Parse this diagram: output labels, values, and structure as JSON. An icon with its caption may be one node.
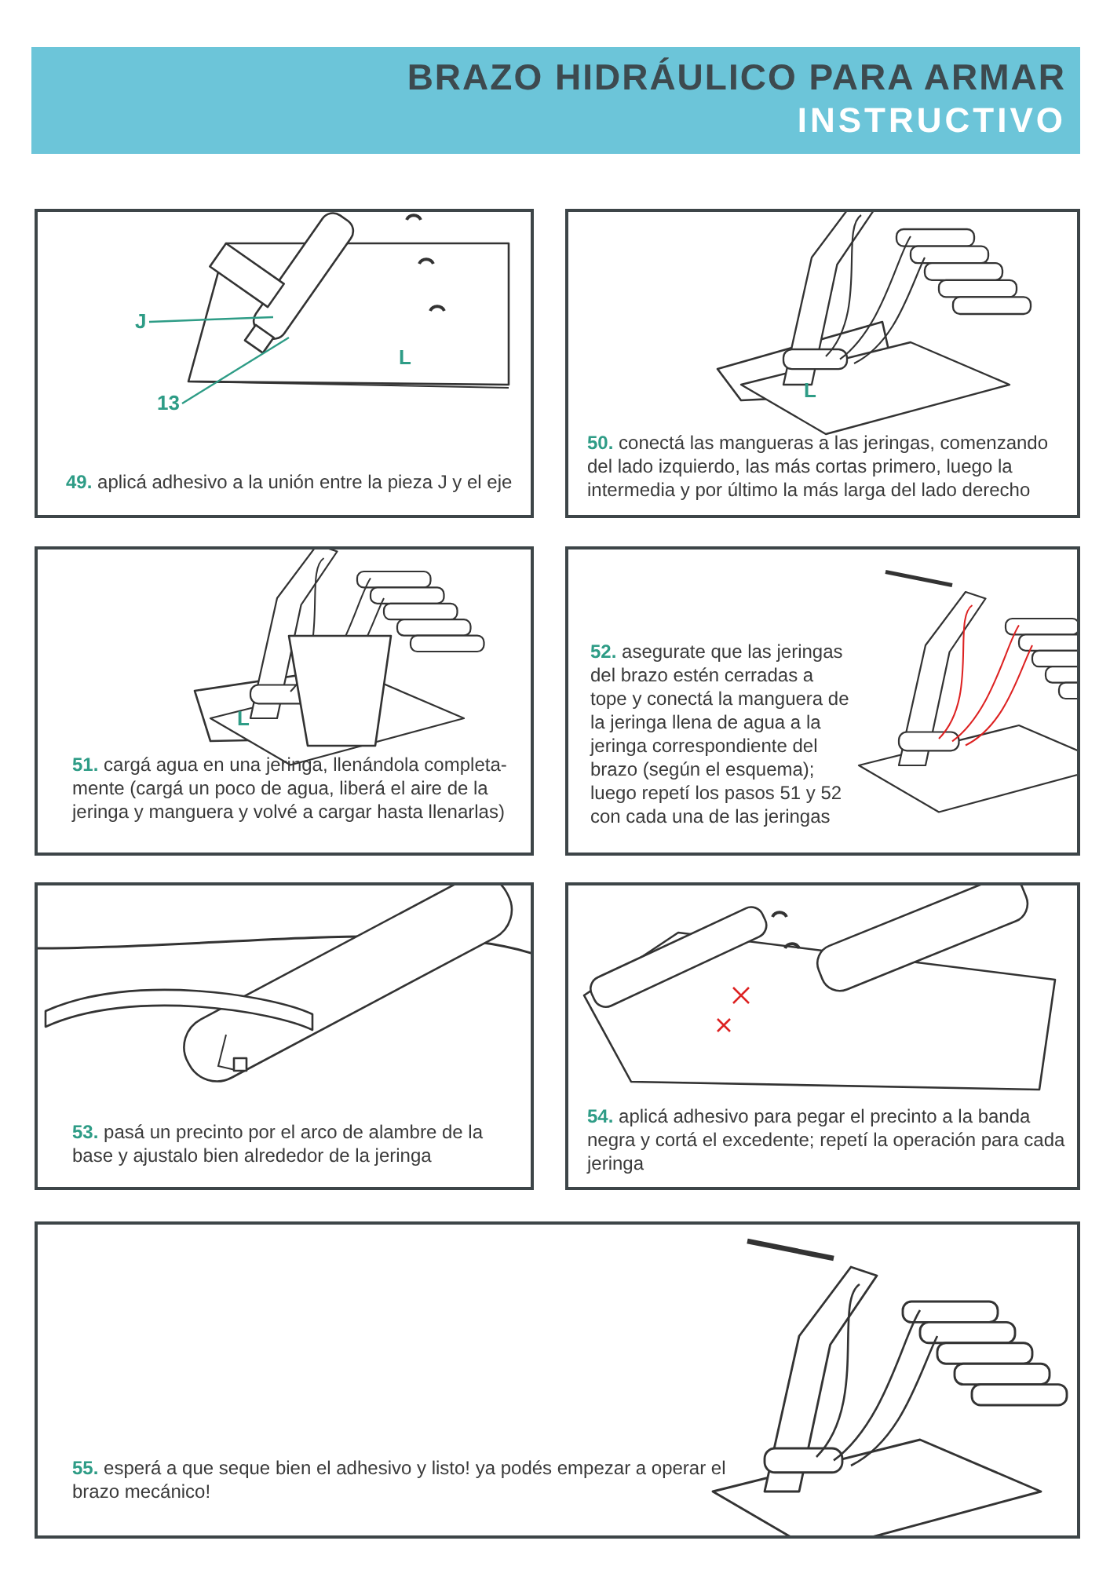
{
  "diagram": {
    "title": "BRAZO HIDRÁULICO PARA ARMAR",
    "nodes": [
      {
        "text": [
          "**49.** aplicá adhesivo a la unión entre la pieza J y el eje"
        ]
      },
      {
        "text": [
          "**50.** conectá las mangueras a las jeringas, comenzando del lado izquierdo, las más cortas primero, luego la intermedia y por último la más larga del lado derecho"
        ]
      },
      {
        "text": [
          "**51.** cargá agua en una jeringa, llenándola completa-mente (cargá un poco de agua, liberá el aire de la jeringa y manguera y volvé a cargar hasta llenarlas)"
        ]
      },
      {
        "text": [
          "**52.** asegurate que las jeringas del brazo estén cerradas a tope y conectá la manguera de la jeringa llena de agua a la jeringa correspondiente del brazo (según el esquema); luego repetí los pasos 51 y 52 con cada una de las jeringas"
        ]
      },
      {
        "text": [
          "**53.** pasá un precinto por el arco de alambre de la base y ajustalo bien alrededor de la jeringa"
        ]
      },
      {
        "text": [
          "**54.** aplicá adhesivo para pegar el precinto a la banda negra y cortá el excedente; repetí la operación para cada jeringa"
        ]
      },
      {
        "text": [
          "**55.** esperá a que seque bien el adhesivo y listo! ya podés empezar a operar el brazo mecánico!"
        ]
      },
      {
        "text": [
          "J"
        ],
        "in": 0
      },
      {
        "text": [
          "13"
        ],
        "in": 0
      }
    ],
    "edges": [
      {
        "from": 7,
        "to": null,
        "arrow": "none"
      },
      {
        "from": 8,
        "to": null,
        "arrow": "none"
      }
    ],
    "labels": [
      "INSTRUCTIVO",
      "L",
      "L",
      "L"
    ]
  }
}
